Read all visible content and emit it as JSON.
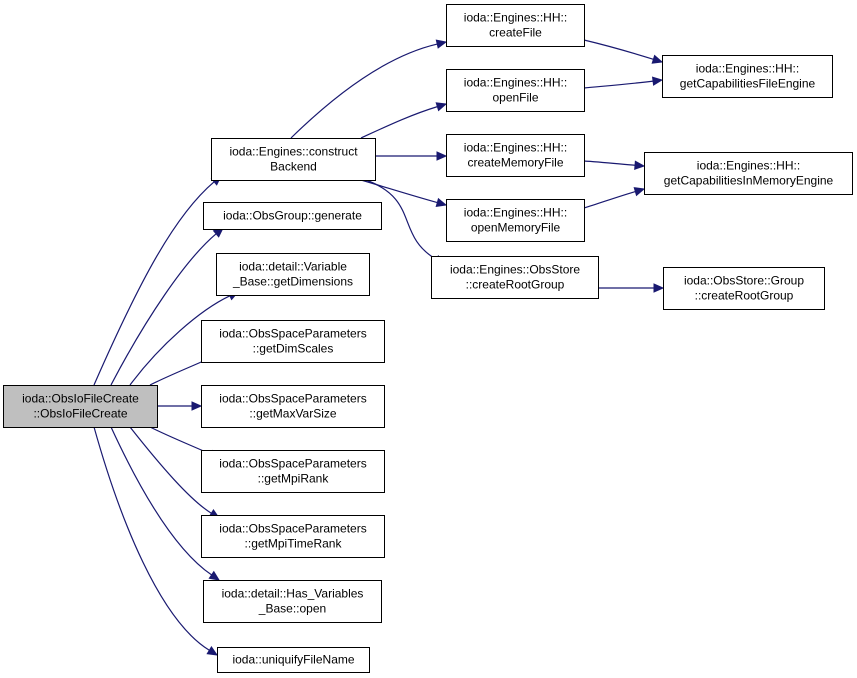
{
  "graph": {
    "nodes": [
      {
        "id": "root",
        "lines": [
          "ioda::ObsIoFileCreate",
          "::ObsIoFileCreate"
        ],
        "root": true
      },
      {
        "id": "constructBackend",
        "lines": [
          "ioda::Engines::construct",
          "Backend"
        ]
      },
      {
        "id": "obsGroupGenerate",
        "lines": [
          "ioda::ObsGroup::generate"
        ]
      },
      {
        "id": "getDimensions",
        "lines": [
          "ioda::detail::Variable",
          "_Base::getDimensions"
        ]
      },
      {
        "id": "getDimScales",
        "lines": [
          "ioda::ObsSpaceParameters",
          "::getDimScales"
        ]
      },
      {
        "id": "getMaxVarSize",
        "lines": [
          "ioda::ObsSpaceParameters",
          "::getMaxVarSize"
        ]
      },
      {
        "id": "getMpiRank",
        "lines": [
          "ioda::ObsSpaceParameters",
          "::getMpiRank"
        ]
      },
      {
        "id": "getMpiTimeRank",
        "lines": [
          "ioda::ObsSpaceParameters",
          "::getMpiTimeRank"
        ]
      },
      {
        "id": "hasVariablesOpen",
        "lines": [
          "ioda::detail::Has_Variables",
          "_Base::open"
        ]
      },
      {
        "id": "uniquifyFileName",
        "lines": [
          "ioda::uniquifyFileName"
        ]
      },
      {
        "id": "createFile",
        "lines": [
          "ioda::Engines::HH::",
          "createFile"
        ]
      },
      {
        "id": "openFile",
        "lines": [
          "ioda::Engines::HH::",
          "openFile"
        ]
      },
      {
        "id": "createMemoryFile",
        "lines": [
          "ioda::Engines::HH::",
          "createMemoryFile"
        ]
      },
      {
        "id": "openMemoryFile",
        "lines": [
          "ioda::Engines::HH::",
          "openMemoryFile"
        ]
      },
      {
        "id": "obsStoreCreateRootGroup",
        "lines": [
          "ioda::Engines::ObsStore",
          "::createRootGroup"
        ]
      },
      {
        "id": "getCapFile",
        "lines": [
          "ioda::Engines::HH::",
          "getCapabilitiesFileEngine"
        ]
      },
      {
        "id": "getCapMem",
        "lines": [
          "ioda::Engines::HH::",
          "getCapabilitiesInMemoryEngine"
        ]
      },
      {
        "id": "groupCreateRootGroup",
        "lines": [
          "ioda::ObsStore::Group",
          "::createRootGroup"
        ]
      }
    ],
    "edges": [
      {
        "from": "root",
        "to": "constructBackend"
      },
      {
        "from": "root",
        "to": "obsGroupGenerate"
      },
      {
        "from": "root",
        "to": "getDimensions"
      },
      {
        "from": "root",
        "to": "getDimScales"
      },
      {
        "from": "root",
        "to": "getMaxVarSize"
      },
      {
        "from": "root",
        "to": "getMpiRank"
      },
      {
        "from": "root",
        "to": "getMpiTimeRank"
      },
      {
        "from": "root",
        "to": "hasVariablesOpen"
      },
      {
        "from": "root",
        "to": "uniquifyFileName"
      },
      {
        "from": "constructBackend",
        "to": "createFile"
      },
      {
        "from": "constructBackend",
        "to": "openFile"
      },
      {
        "from": "constructBackend",
        "to": "createMemoryFile"
      },
      {
        "from": "constructBackend",
        "to": "openMemoryFile"
      },
      {
        "from": "constructBackend",
        "to": "obsStoreCreateRootGroup"
      },
      {
        "from": "createFile",
        "to": "getCapFile"
      },
      {
        "from": "openFile",
        "to": "getCapFile"
      },
      {
        "from": "createMemoryFile",
        "to": "getCapMem"
      },
      {
        "from": "openMemoryFile",
        "to": "getCapMem"
      },
      {
        "from": "obsStoreCreateRootGroup",
        "to": "groupCreateRootGroup"
      }
    ],
    "colors": {
      "edge": "#191970",
      "root_fill": "#bfbfbf",
      "node_fill": "#ffffff",
      "border": "#000000"
    }
  }
}
